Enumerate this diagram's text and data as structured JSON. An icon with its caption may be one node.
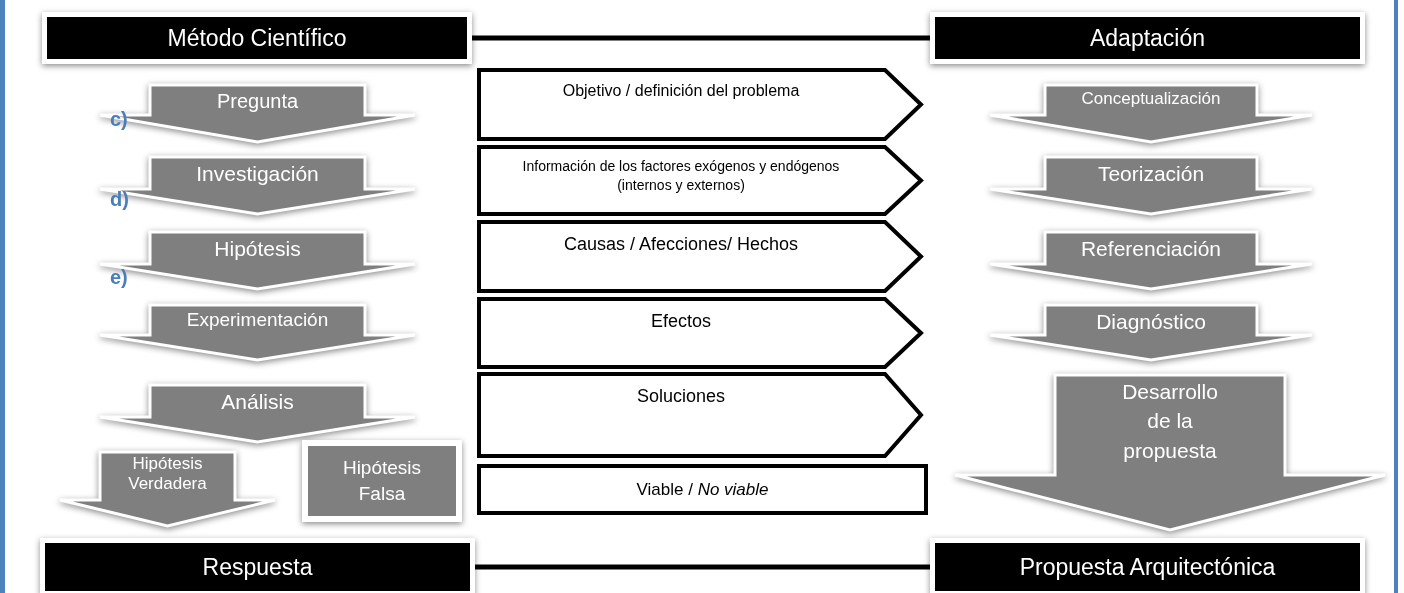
{
  "diagram": {
    "nodes": [
      {
        "text": [
          "Método Científico"
        ]
      },
      {
        "text": [
          "Adaptación"
        ]
      },
      {
        "text": [
          "Pregunta"
        ]
      },
      {
        "text": [
          "Objetivo / definición del problema"
        ]
      },
      {
        "text": [
          "Conceptualización"
        ]
      },
      {
        "text": [
          "Investigación"
        ]
      },
      {
        "text": [
          "Información de los factores exógenos y endógenos (internos y externos)"
        ]
      },
      {
        "text": [
          "Teorización"
        ]
      },
      {
        "text": [
          "Hipótesis"
        ]
      },
      {
        "text": [
          "Causas / Afecciones/ Hechos"
        ]
      },
      {
        "text": [
          "Referenciación"
        ]
      },
      {
        "text": [
          "Experimentación"
        ]
      },
      {
        "text": [
          "Efectos"
        ]
      },
      {
        "text": [
          "Diagnóstico"
        ]
      },
      {
        "text": [
          "Análisis"
        ]
      },
      {
        "text": [
          "Soluciones"
        ]
      },
      {
        "text": [
          "Desarrollo de la propuesta"
        ]
      },
      {
        "text": [
          "Hipótesis Verdadera"
        ]
      },
      {
        "text": [
          "Hipótesis Falsa"
        ]
      },
      {
        "text": [
          "Viable / *No viable*"
        ]
      },
      {
        "text": [
          "Respuesta"
        ]
      },
      {
        "text": [
          "Propuesta Arquitectónica"
        ]
      }
    ],
    "edges": [
      {
        "from": 0,
        "to": 1,
        "arrow": "none"
      },
      {
        "from": 20,
        "to": 21,
        "arrow": "none"
      }
    ],
    "labels": [
      "c)",
      "d)",
      "e)"
    ]
  }
}
